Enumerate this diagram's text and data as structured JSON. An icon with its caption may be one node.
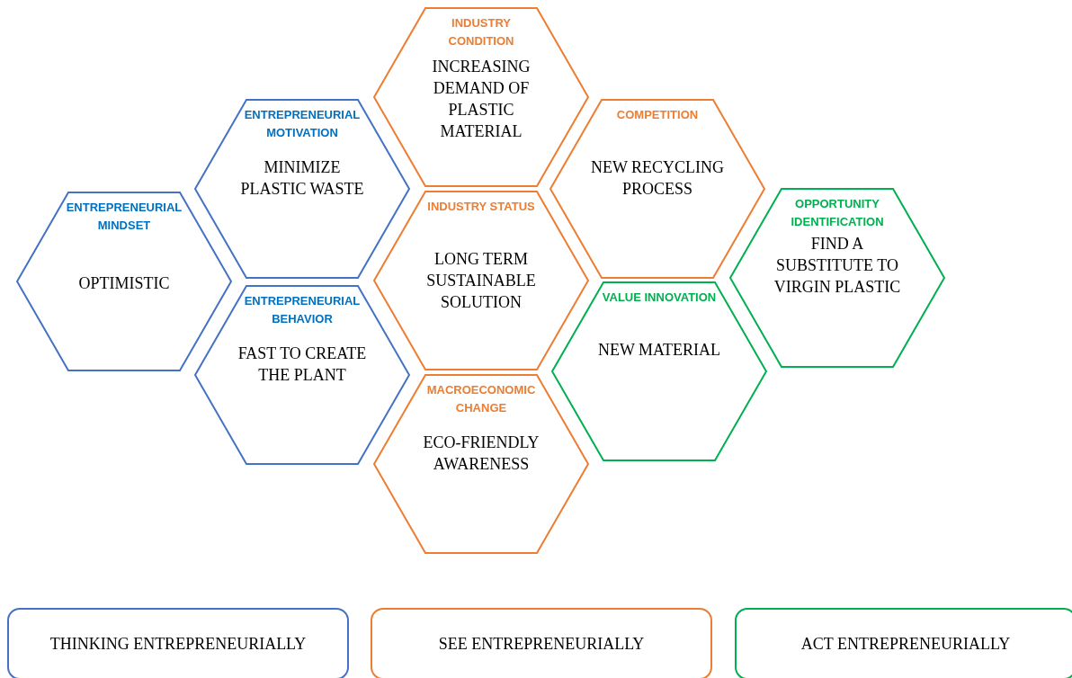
{
  "diagram": {
    "nodes": [
      {
        "text": [
          "ENTREPRENEURIAL MINDSET",
          "OPTIMISTIC"
        ]
      },
      {
        "text": [
          "ENTREPRENEURIAL MOTIVATION",
          "MINIMIZE PLASTIC WASTE"
        ]
      },
      {
        "text": [
          "ENTREPRENEURIAL BEHAVIOR",
          "FAST TO CREATE THE PLANT"
        ]
      },
      {
        "text": [
          "INDUSTRY CONDITION",
          "INCREASING DEMAND OF PLASTIC MATERIAL"
        ]
      },
      {
        "text": [
          "INDUSTRY STATUS",
          "LONG TERM SUSTAINABLE SOLUTION"
        ]
      },
      {
        "text": [
          "MACROECONOMIC CHANGE",
          "ECO-FRIENDLY AWARENESS"
        ]
      },
      {
        "text": [
          "COMPETITION",
          "NEW RECYCLING PROCESS"
        ]
      },
      {
        "text": [
          "VALUE INNOVATION",
          "NEW MATERIAL"
        ]
      },
      {
        "text": [
          "OPPORTUNITY IDENTIFICATION",
          "FIND A SUBSTITUTE TO VIRGIN PLASTIC"
        ]
      },
      {
        "text": [
          "THINKING ENTREPRENEURIALLY"
        ]
      },
      {
        "text": [
          "SEE ENTREPRENEURIALLY"
        ]
      },
      {
        "text": [
          "ACT ENTREPRENEURIALLY"
        ]
      }
    ]
  }
}
